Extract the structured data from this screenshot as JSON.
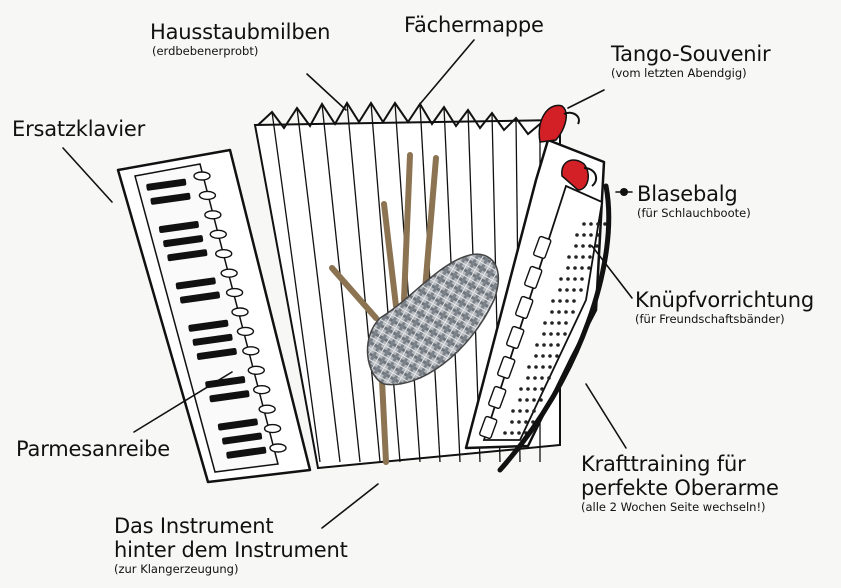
{
  "labels": {
    "hausstaub": {
      "title": "Hausstaubmilben",
      "note": "(erdbebenerprobt)"
    },
    "faechermappe": {
      "title": "Fächermappe"
    },
    "tango": {
      "title": "Tango-Souvenir",
      "note": "(vom letzten Abendgig)"
    },
    "ersatzklavier": {
      "title": "Ersatzklavier"
    },
    "blasebalg": {
      "title": "Blasebalg",
      "note": "(für Schlauchboote)"
    },
    "knuepf": {
      "title": "Knüpfvorrichtung",
      "note": "(für Freundschaftsbänder)"
    },
    "parmesan": {
      "title": "Parmesanreibe"
    },
    "kraft": {
      "title_line1": "Krafttraining für",
      "title_line2": "perfekte Oberarme",
      "note": "(alle 2 Wochen Seite wechseln!)"
    },
    "instrument": {
      "title_line1": "Das Instrument",
      "title_line2": "hinter dem Instrument",
      "note": "(zur Klangerzeugung)"
    }
  },
  "colors": {
    "ink": "#111111",
    "paper": "#f7f7f5",
    "red": "#d32027",
    "plaid": "#8f959c",
    "stick": "#8c7352"
  }
}
